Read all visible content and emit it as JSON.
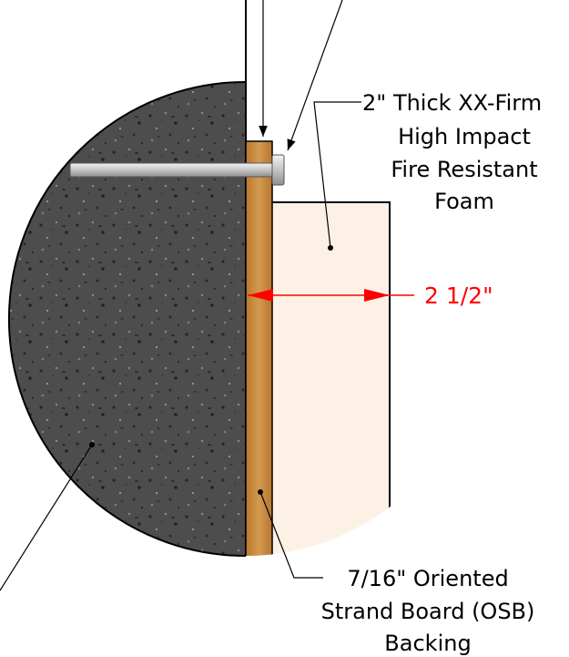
{
  "labels": {
    "foam": [
      "2\" Thick XX-Firm",
      "High Impact",
      "Fire Resistant",
      "Foam"
    ],
    "dimension": "2 1/2\"",
    "osb": [
      "7/16\" Oriented",
      "Strand Board (OSB)",
      "Backing"
    ]
  },
  "colors": {
    "concrete": "#4a4a4a",
    "osb": "#c98a3a",
    "foam": "#fdf1e6",
    "bolt": "#d8d8d8",
    "dimension": "#ff0000",
    "leader": "#000000"
  }
}
